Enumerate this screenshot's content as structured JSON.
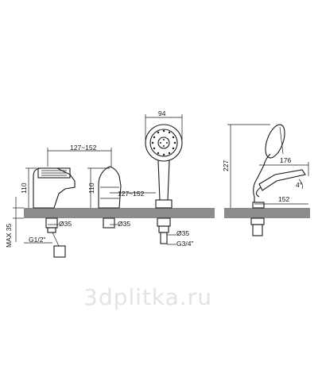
{
  "dimensions": {
    "spout_width": "127~152",
    "spout_height": "110",
    "handle_width": "127~152",
    "handle_height": "110",
    "max_thickness": "MAX 35",
    "hole_1": "Ø35",
    "hole_2": "Ø35",
    "hole_3": "Ø35",
    "thread_1": "G1/2\"",
    "thread_2": "G3/4\"",
    "shower_head_width": "94",
    "holder_height": "227",
    "holder_depth": "176",
    "holder_base": "152",
    "tilt_angle": "4°"
  },
  "watermark": "3dplitka.ru"
}
